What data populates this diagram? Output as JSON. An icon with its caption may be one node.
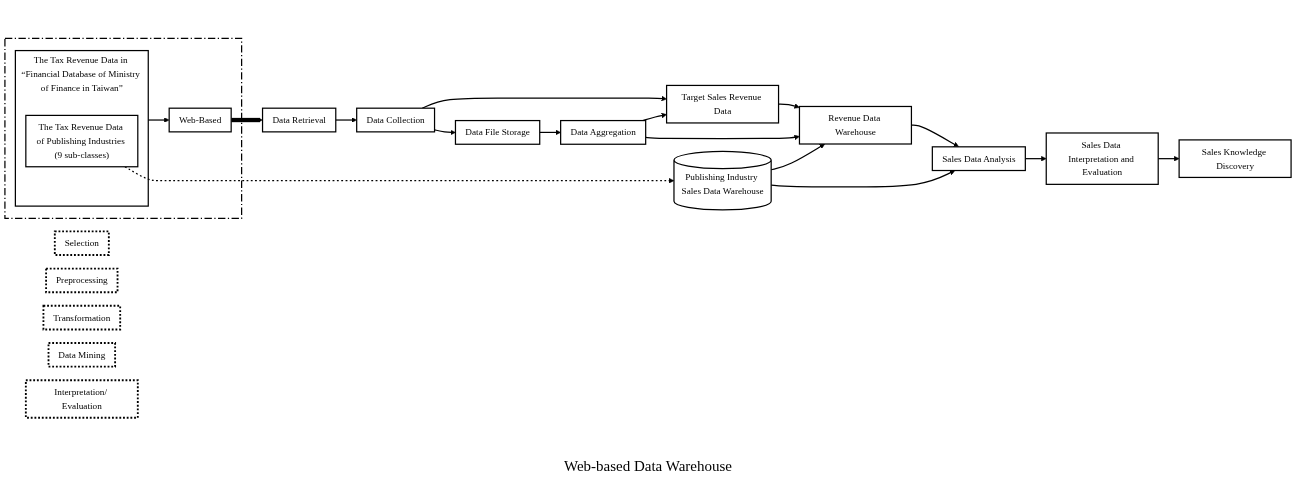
{
  "diagram": {
    "nodes": [
      {
        "text": [],
        "shape": "box"
      },
      {
        "text": [
          "The Tax Revenue Data in “Financial Database of Ministry of Finance in Taiwan”"
        ],
        "in": 0
      },
      {
        "text": [
          "The Tax Revenue Data of Publishing Industries (9 sub-classes)"
        ],
        "in": 1
      },
      {
        "text": [
          "Web-Based"
        ],
        "in": 0
      },
      {
        "text": [
          "Data Retrieval"
        ]
      },
      {
        "text": [
          "Data Collection"
        ]
      },
      {
        "text": [
          "Data File Storage"
        ]
      },
      {
        "text": [
          "Target Sales Revenue Data"
        ]
      },
      {
        "text": [
          "Data Aggregation"
        ]
      },
      {
        "text": [
          "Revenue Data Warehouse"
        ]
      },
      {
        "text": [
          "Publishing Industry Sales Data Warehouse"
        ]
      },
      {
        "text": [
          "Sales Data Analysis"
        ]
      },
      {
        "text": [
          "Sales Data Interpretation and Evaluation"
        ]
      },
      {
        "text": [
          "Sales Knowledge Discovery"
        ]
      },
      {
        "text": [
          "Selection"
        ]
      },
      {
        "text": [
          "Preprocessing"
        ]
      },
      {
        "text": [
          "Transformation"
        ]
      },
      {
        "text": [
          "Data Mining"
        ]
      },
      {
        "text": [
          "Interpretation/ Evaluation"
        ]
      }
    ],
    "edges": [
      {
        "from": 1,
        "to": 3,
        "arrow": "to"
      },
      {
        "from": 3,
        "to": 4,
        "arrow": "to",
        "style": "thick"
      },
      {
        "from": 4,
        "to": 5,
        "arrow": "to"
      },
      {
        "from": 5,
        "to": 7,
        "arrow": "to"
      },
      {
        "from": 5,
        "to": 6,
        "arrow": "to"
      },
      {
        "from": 6,
        "to": 8,
        "arrow": "to"
      },
      {
        "from": 8,
        "to": 7,
        "arrow": "to"
      },
      {
        "from": 7,
        "to": 9,
        "arrow": "to"
      },
      {
        "from": 8,
        "to": 9,
        "arrow": "to"
      },
      {
        "from": 10,
        "to": 9,
        "arrow": "to"
      },
      {
        "from": 9,
        "to": 11,
        "arrow": "to"
      },
      {
        "from": 10,
        "to": 11,
        "arrow": "to"
      },
      {
        "from": 11,
        "to": 12,
        "arrow": "to"
      },
      {
        "from": 12,
        "to": 13,
        "arrow": "to"
      },
      {
        "from": 2,
        "to": 10,
        "arrow": "to",
        "style": "dashed"
      }
    ],
    "labels": [
      "Web-based Data Warehouse"
    ]
  }
}
